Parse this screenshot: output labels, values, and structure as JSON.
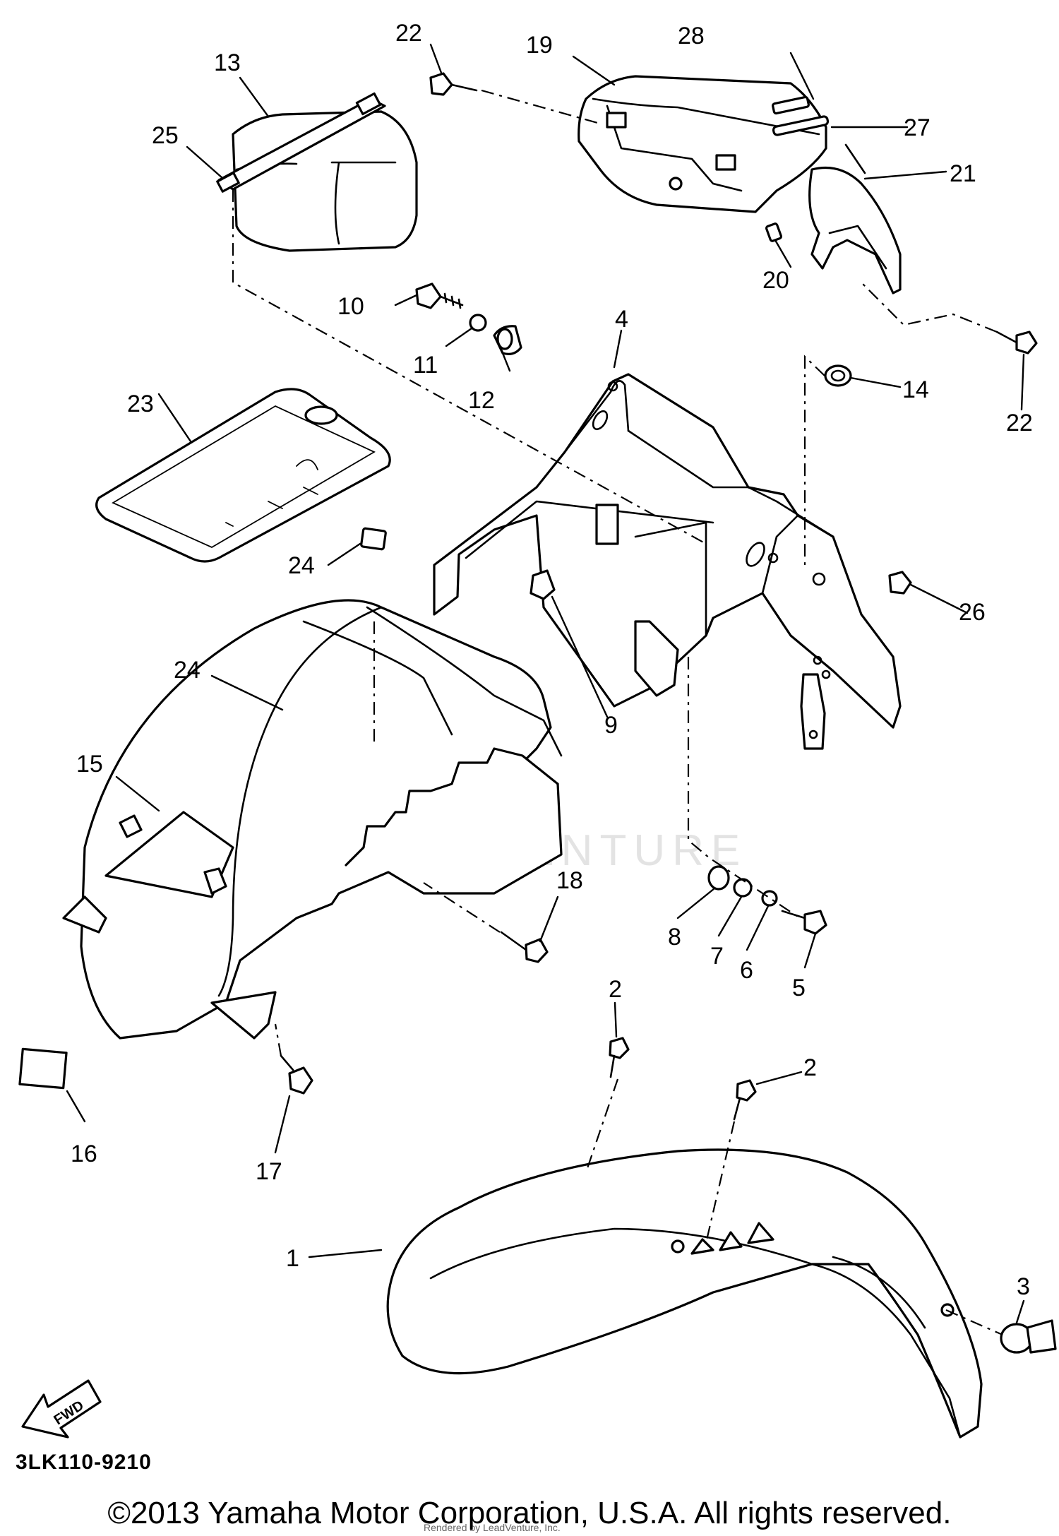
{
  "diagram": {
    "code": "3LK110-9210",
    "fwd_label": "FWD",
    "watermark": "LEADVENTURE",
    "rendered_by": "Rendered by LeadVenture, Inc.",
    "copyright": "©2013 Yamaha Motor Corporation, U.S.A. All rights reserved."
  },
  "callouts": {
    "c1": "1",
    "c2a": "2",
    "c2b": "2",
    "c3": "3",
    "c4": "4",
    "c5": "5",
    "c6": "6",
    "c7": "7",
    "c8": "8",
    "c9": "9",
    "c10": "10",
    "c11": "11",
    "c12": "12",
    "c13": "13",
    "c14": "14",
    "c15": "15",
    "c16": "16",
    "c17": "17",
    "c18": "18",
    "c19": "19",
    "c20": "20",
    "c21": "21",
    "c22a": "22",
    "c22b": "22",
    "c23": "23",
    "c24a": "24",
    "c24b": "24",
    "c25": "25",
    "c26": "26",
    "c27": "27",
    "c28": "28"
  }
}
